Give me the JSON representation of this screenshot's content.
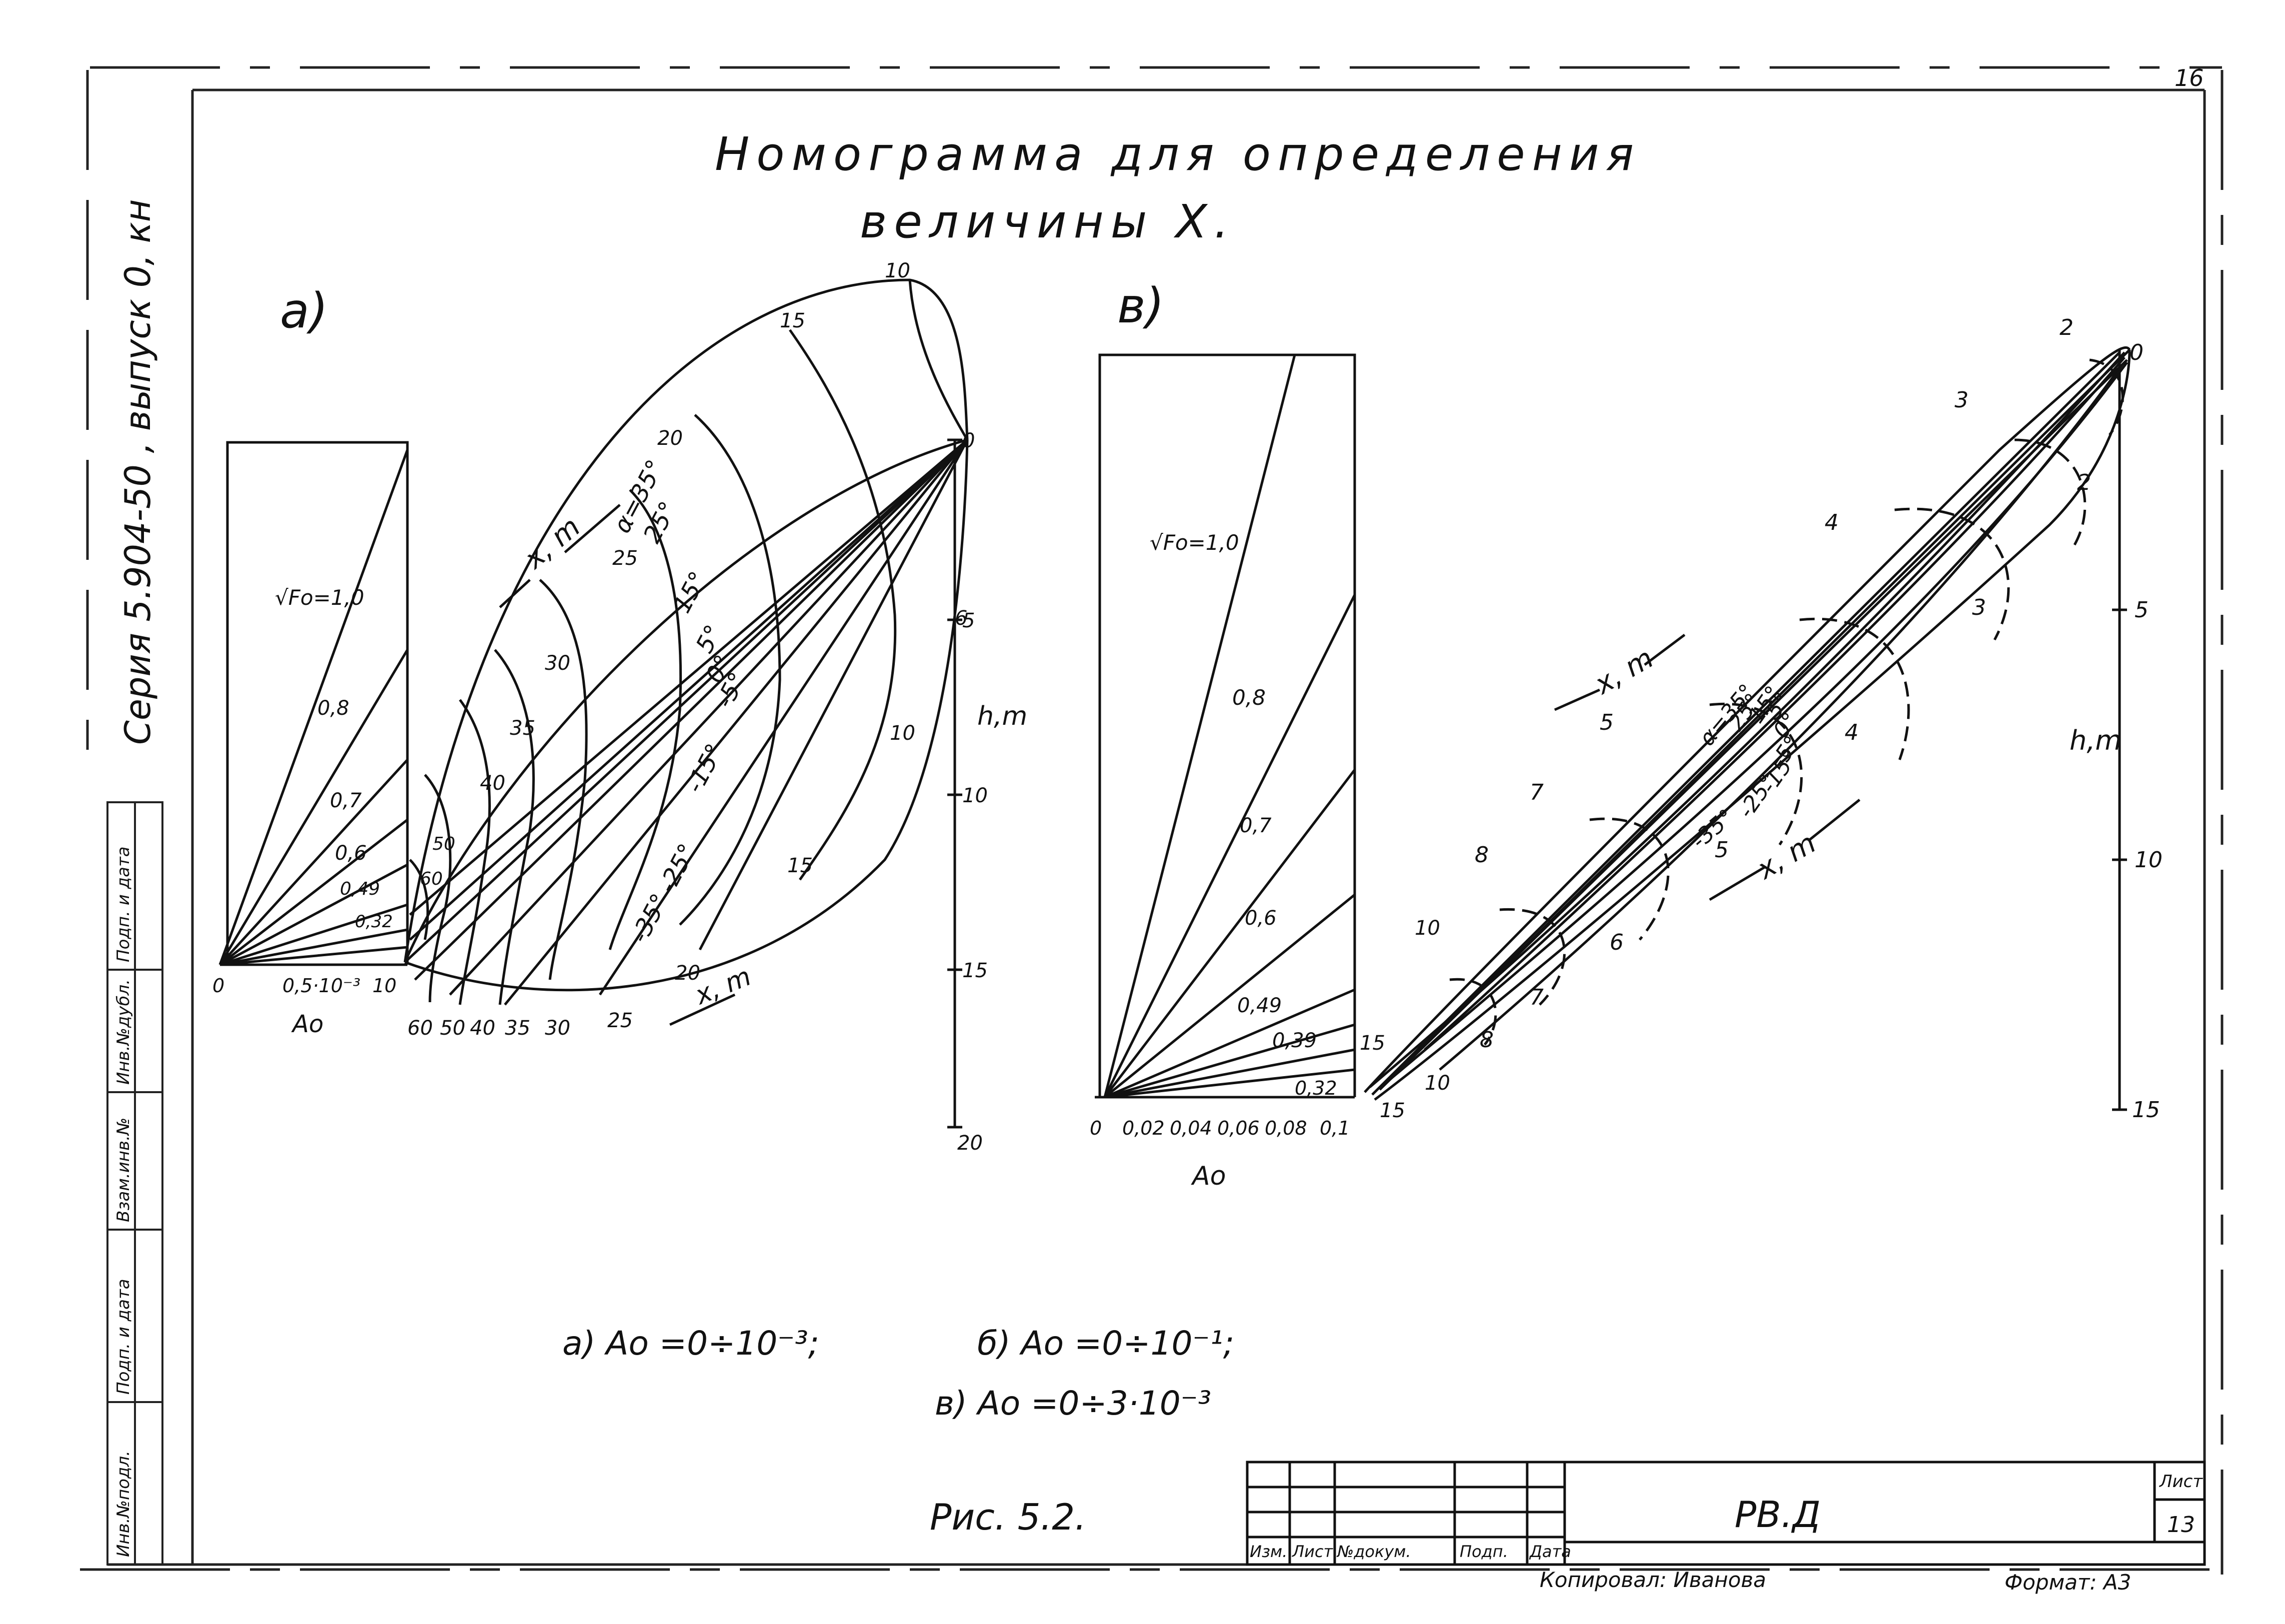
{
  "sheet": {
    "corner_number": "16",
    "side_text": "Серия 5.904-50 , выпуск 0, кн",
    "stamp_cols": [
      "Инв.№подл.",
      "Подп. и дата",
      "Взам.инв.№",
      "Инв.№дубл.",
      "Подп. и дата"
    ],
    "title_line1": "Номограмма для определения",
    "title_line2": "величины X.",
    "figure_caption": "Рис. 5.2.",
    "legend": {
      "a": "а)  Ao =0÷10⁻³;",
      "b": "б)  Ao =0÷10⁻¹;",
      "c": "в)  Ao =0÷3·10⁻³"
    },
    "title_block": {
      "headers": [
        "Изм.",
        "Лист",
        "№докум.",
        "Подп.",
        "Дата"
      ],
      "code": "РВ.Д",
      "sheet_label": "Лист",
      "sheet_number": "13",
      "copied_by": "Копировал: Иванова",
      "format": "Формат: А3"
    }
  },
  "nomogram_a": {
    "label": "а)",
    "ao_axis_label": "Ao",
    "ao_ticks": [
      "0",
      "0,5·10⁻³",
      "10"
    ],
    "sqrt_label": "√Fo=1,0",
    "ray_labels": [
      "0,8",
      "0,7",
      "0,6",
      "0,49",
      "0,32"
    ],
    "x_axis_label": "x, m",
    "h_axis_label": "h,m",
    "h_ticks": [
      "0",
      "5",
      "10",
      "15",
      "20"
    ],
    "angle_labels": [
      "α=35°",
      "25°",
      "15°",
      "5°",
      "0°",
      "-5°",
      "-15°",
      "-25°",
      "-35°"
    ],
    "x_upper_labels": [
      "10",
      "15",
      "20",
      "25",
      "30",
      "35",
      "40",
      "50",
      "60"
    ],
    "x_lower_labels": [
      "60",
      "50",
      "40",
      "35",
      "30",
      "25",
      "20",
      "15",
      "10"
    ],
    "right_labels": [
      "6",
      "10"
    ]
  },
  "nomogram_b": {
    "label": "в)",
    "ao_axis_label": "Ao",
    "ao_ticks": [
      "0",
      "0,02",
      "0,04",
      "0,06",
      "0,08",
      "0,1"
    ],
    "sqrt_label": "√Fo=1,0",
    "ray_labels": [
      "0,8",
      "0,7",
      "0,6",
      "0,49",
      "0,39",
      "0,32"
    ],
    "x_axis_label": "x, m",
    "h_axis_label": "h,m",
    "h_ticks": [
      "5",
      "10",
      "15"
    ],
    "angle_labels": [
      "α=35°",
      "25°",
      "15°",
      "5°",
      "0°",
      "-5°",
      "-15°",
      "-25°",
      "-35°"
    ],
    "upper_labels": [
      "2",
      "3",
      "4",
      "5",
      "7",
      "8",
      "10",
      "15"
    ],
    "lower_labels": [
      "2",
      "3",
      "4",
      "5",
      "6",
      "7",
      "8",
      "10",
      "15"
    ],
    "top_label": "0"
  }
}
